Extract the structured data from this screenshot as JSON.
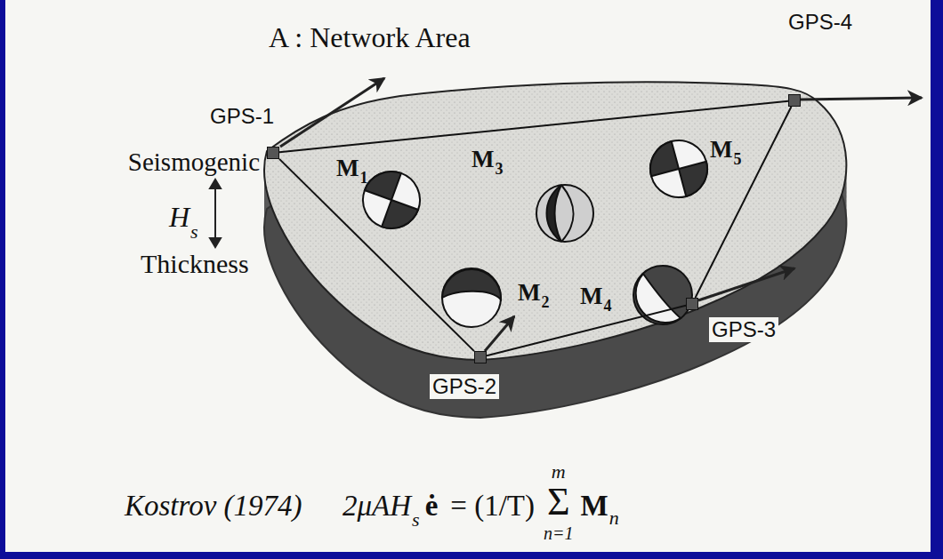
{
  "diagram": {
    "nodes": [
      {
        "text": [
          "GPS-1"
        ]
      },
      {
        "text": [
          "GPS-2"
        ]
      },
      {
        "text": [
          "GPS-3"
        ]
      },
      {
        "text": [
          "GPS-4"
        ]
      }
    ],
    "edges": [
      {
        "from": 0,
        "to": 3,
        "arrow": "none"
      },
      {
        "from": 0,
        "to": 1,
        "arrow": "none"
      },
      {
        "from": 1,
        "to": 2,
        "arrow": "none"
      },
      {
        "from": 2,
        "to": 3,
        "arrow": "none"
      }
    ],
    "labels": [
      "A : Network Area",
      "Seismogenic",
      "H",
      "s",
      "Thickness",
      "M",
      "1",
      "M",
      "3",
      "M",
      "5",
      "M",
      "2",
      "M",
      "4",
      "Kostrov (1974)",
      "2μAH",
      "s",
      "ė",
      "= (1/T)",
      "Σ",
      "m",
      "n=1",
      "M",
      "n"
    ]
  }
}
